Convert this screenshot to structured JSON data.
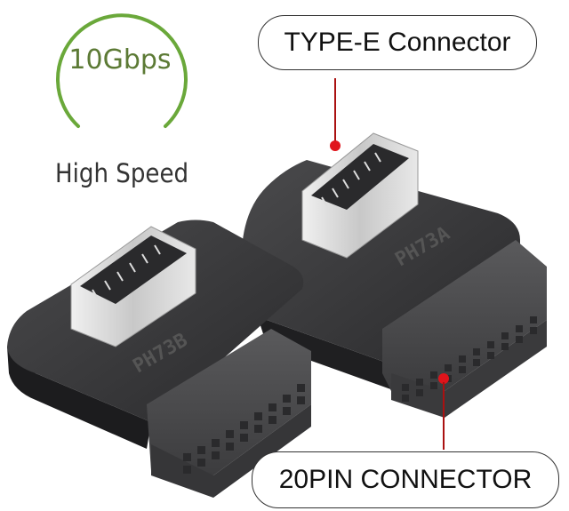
{
  "badge": {
    "speed": "10Gbps",
    "caption": "High Speed",
    "arc_color": "#6aa83a"
  },
  "callouts": {
    "top_label": "TYPE-E Connector",
    "bottom_label": "20PIN CONNECTOR",
    "leader_color": "#a11a1a",
    "dot_color": "#e0141b"
  },
  "products": [
    {
      "model": "PH73B",
      "position": "front-left"
    },
    {
      "model": "PH73A",
      "position": "back-right"
    }
  ],
  "colors": {
    "body": "#2c2c2e",
    "body_top": "#3a3a3c",
    "header": "#4a4a4c",
    "metal": "#d8d8d8"
  }
}
